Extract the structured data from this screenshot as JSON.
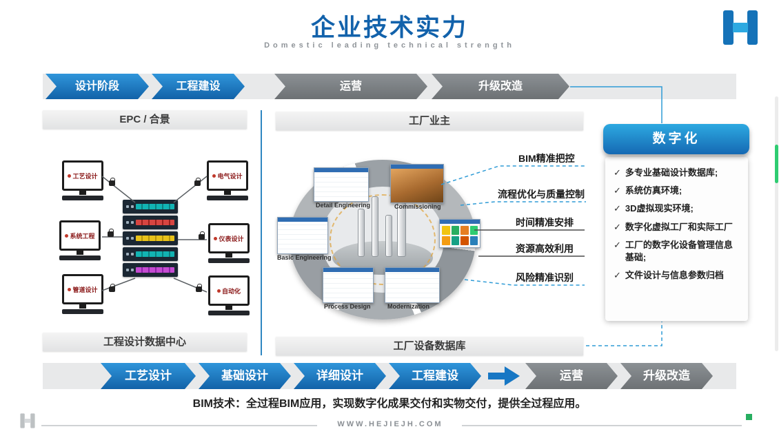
{
  "colors": {
    "title_blue": "#1262ab",
    "step_blue": "#1777c4",
    "step_gray": "#7c8084",
    "band_gray": "#e8e9ea",
    "digital_blue": "#2da9e1",
    "connector_blue": "#2e9bd6",
    "scroll_green": "#2ecc71",
    "footer_green": "#27ae60"
  },
  "header": {
    "title": "企业技术实力",
    "subtitle": "Domestic leading technical strength"
  },
  "top_flow": [
    {
      "label": "设计阶段",
      "style": "blue"
    },
    {
      "label": "工程建设",
      "style": "blue"
    },
    {
      "label": "运营",
      "style": "gray"
    },
    {
      "label": "升级改造",
      "style": "gray"
    }
  ],
  "left_panel": {
    "header": "EPC / 合景",
    "footer": "工程设计数据中心",
    "workstations": [
      "工艺设计",
      "电气设计",
      "系统工程",
      "仪表设计",
      "管道设计",
      "自动化"
    ]
  },
  "center_panel": {
    "header": "工厂业主",
    "footer": "工厂设备数据库",
    "wheel_labels": [
      "Detail Engineering",
      "Commissioning",
      "Basic Engineering",
      "Process Design",
      "Modernization"
    ]
  },
  "benefits": [
    "BIM精准把控",
    "流程优化与质量控制",
    "时间精准安排",
    "资源高效利用",
    "风险精准识别"
  ],
  "digital": {
    "title": "数字化",
    "check": "✓",
    "items": [
      "多专业基础设计数据库;",
      "系统仿真环境;",
      "3D虚拟现实环境;",
      "数字化虚拟工厂和实际工厂",
      "工厂的数字化设备管理信息基础;",
      "文件设计与信息参数归档"
    ]
  },
  "bottom_flow": [
    {
      "label": "工艺设计",
      "style": "blue"
    },
    {
      "label": "基础设计",
      "style": "blue"
    },
    {
      "label": "详细设计",
      "style": "blue"
    },
    {
      "label": "工程建设",
      "style": "blue"
    },
    {
      "label": "运营",
      "style": "gray"
    },
    {
      "label": "升级改造",
      "style": "gray"
    }
  ],
  "bottom_note": "BIM技术：全过程BIM应用，实现数字化成果交付和实物交付，提供全过程应用。",
  "footer": {
    "url": "WWW.HEJIEJH.COM"
  }
}
